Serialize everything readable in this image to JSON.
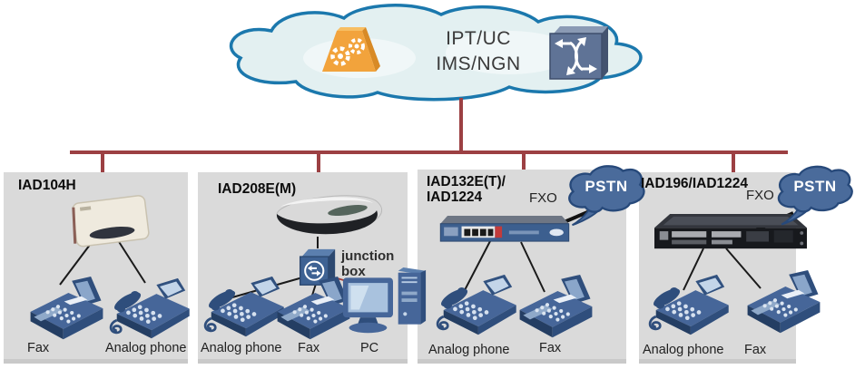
{
  "cloud": {
    "line1": "IPT/UC",
    "line2": "IMS/NGN",
    "icons": [
      "softswitch-icon",
      "switch-icon"
    ]
  },
  "panels": [
    {
      "title": "IAD104H",
      "device_labels": {
        "fax": "Fax",
        "phone": "Analog phone"
      }
    },
    {
      "title": "IAD208E(M)",
      "junction": {
        "line1": "junction",
        "line2": "box"
      },
      "device_labels": {
        "phone": "Analog phone",
        "fax": "Fax",
        "pc": "PC"
      }
    },
    {
      "title_line1": "IAD132E(T)/",
      "title_line2": "IAD1224",
      "fxo_label": "FXO",
      "pstn_label": "PSTN",
      "device_labels": {
        "phone": "Analog phone",
        "fax": "Fax"
      }
    },
    {
      "title": "IAD196/IAD1224",
      "fxo_label": "FXO",
      "pstn_label": "PSTN",
      "device_labels": {
        "phone": "Analog phone",
        "fax": "Fax"
      }
    }
  ],
  "colors": {
    "bus_red": "#9c4043",
    "panel_bg": "#dadada",
    "pstn_fill": "#4a6b9b",
    "pstn_border": "#27497a",
    "cloud_fill": "#e3f0f1",
    "cloud_border": "#1b78ad",
    "device_blue": "#466699",
    "softswitch_orange": "#f2a33c"
  }
}
